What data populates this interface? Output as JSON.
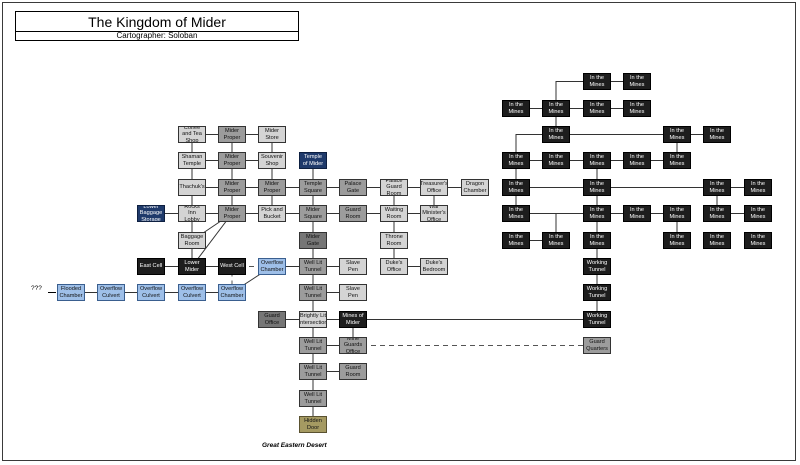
{
  "title": "The Kingdom of Mider",
  "subtitle": "Cartographer: Soloban",
  "unknown_marker": "???",
  "exit_label": "Great Eastern Desert",
  "nodes": [
    {
      "id": "coffee-tea",
      "label": "Coffee and Tea Shop",
      "style": "lg"
    },
    {
      "id": "mider-proper-1",
      "label": "Mider Proper",
      "style": "mg"
    },
    {
      "id": "mider-store",
      "label": "Mider Store",
      "style": "lg"
    },
    {
      "id": "shaman-temple",
      "label": "Shaman Temple",
      "style": "lg"
    },
    {
      "id": "mider-proper-2",
      "label": "Mider Proper",
      "style": "mg"
    },
    {
      "id": "souvenir-shop",
      "label": "Souvenir Shop",
      "style": "lg"
    },
    {
      "id": "temple-of-mider",
      "label": "Temple of Mider",
      "style": "nv"
    },
    {
      "id": "thachuks",
      "label": "Thachuk's",
      "style": "lg"
    },
    {
      "id": "mider-proper-3",
      "label": "Mider Proper",
      "style": "mg"
    },
    {
      "id": "mider-proper-4",
      "label": "Mider Proper",
      "style": "mg"
    },
    {
      "id": "temple-square",
      "label": "Temple Square",
      "style": "mg"
    },
    {
      "id": "palace-gate",
      "label": "Palace Gate",
      "style": "mg"
    },
    {
      "id": "palace-guard-room",
      "label": "Palace Guard Room",
      "style": "lg"
    },
    {
      "id": "treasurers-office",
      "label": "Treasurer's Office",
      "style": "lg"
    },
    {
      "id": "dragon-chamber",
      "label": "Dragon Chamber",
      "style": "lg"
    },
    {
      "id": "lower-baggage",
      "label": "Lower Baggage Storage",
      "style": "nv"
    },
    {
      "id": "rocks-inn",
      "label": "Rocks Inn Lobby",
      "style": "lg"
    },
    {
      "id": "mider-proper-5",
      "label": "Mider Proper",
      "style": "mg"
    },
    {
      "id": "pick-and-bucket",
      "label": "Pick and Bucket",
      "style": "lg"
    },
    {
      "id": "mider-square",
      "label": "Mider Square",
      "style": "mg"
    },
    {
      "id": "guard-room-1",
      "label": "Guard Room",
      "style": "mg"
    },
    {
      "id": "waiting-room",
      "label": "Waiting Room",
      "style": "lg"
    },
    {
      "id": "war-ministers",
      "label": "War Minister's Office",
      "style": "lg"
    },
    {
      "id": "baggage-room",
      "label": "Baggage Room",
      "style": "lg"
    },
    {
      "id": "mider-gate",
      "label": "Mider Gate",
      "style": "dg"
    },
    {
      "id": "throne-room",
      "label": "Throne Room",
      "style": "lg"
    },
    {
      "id": "east-cell",
      "label": "East Cell",
      "style": "bk"
    },
    {
      "id": "lower-mider",
      "label": "Lower Mider",
      "style": "bk"
    },
    {
      "id": "west-cell",
      "label": "West Cell",
      "style": "bk"
    },
    {
      "id": "overflow-chamber-1",
      "label": "Overflow Chamber",
      "style": "bl"
    },
    {
      "id": "well-lit-1",
      "label": "Well Lit Tunnel",
      "style": "mg"
    },
    {
      "id": "slave-pen-1",
      "label": "Slave Pen",
      "style": "lg"
    },
    {
      "id": "dukes-office",
      "label": "Duke's Office",
      "style": "lg"
    },
    {
      "id": "dukes-bedroom",
      "label": "Duke's Bedroom",
      "style": "lg"
    },
    {
      "id": "flooded-chamber",
      "label": "Flooded Chamber",
      "style": "bl"
    },
    {
      "id": "overflow-culvert-1",
      "label": "Overflow Culvert",
      "style": "bl"
    },
    {
      "id": "overflow-culvert-2",
      "label": "Overflow Culvert",
      "style": "bl"
    },
    {
      "id": "overflow-culvert-3",
      "label": "Overflow Culvert",
      "style": "bl"
    },
    {
      "id": "overflow-chamber-2",
      "label": "Overflow Chamber",
      "style": "bl"
    },
    {
      "id": "well-lit-2",
      "label": "Well Lit Tunnel",
      "style": "mg"
    },
    {
      "id": "slave-pen-2",
      "label": "Slave Pen",
      "style": "lg"
    },
    {
      "id": "guard-office",
      "label": "Guard Office",
      "style": "dg"
    },
    {
      "id": "brightly-lit",
      "label": "Brightly Lit Intersection",
      "style": "lg"
    },
    {
      "id": "mines-of-mider",
      "label": "Mines of Mider",
      "style": "bk"
    },
    {
      "id": "well-lit-3",
      "label": "Well Lit Tunnel",
      "style": "mg"
    },
    {
      "id": "mine-guards-office",
      "label": "Mine Guards Office",
      "style": "mg"
    },
    {
      "id": "guard-quarters",
      "label": "Guard Quarters",
      "style": "mg"
    },
    {
      "id": "well-lit-4",
      "label": "Well Lit Tunnel",
      "style": "mg"
    },
    {
      "id": "guard-room-2",
      "label": "Guard Room",
      "style": "mg"
    },
    {
      "id": "well-lit-5",
      "label": "Well Lit Tunnel",
      "style": "mg"
    },
    {
      "id": "hidden-door",
      "label": "Hidden Door",
      "style": "ol"
    },
    {
      "id": "working-tunnel-1",
      "label": "Working Tunnel",
      "style": "bk"
    },
    {
      "id": "working-tunnel-2",
      "label": "Working Tunnel",
      "style": "bk"
    },
    {
      "id": "working-tunnel-3",
      "label": "Working Tunnel",
      "style": "bk"
    },
    {
      "id": "mines-1",
      "label": "In the Mines",
      "style": "bk"
    },
    {
      "id": "mines-2",
      "label": "In the Mines",
      "style": "bk"
    },
    {
      "id": "mines-3",
      "label": "In the Mines",
      "style": "bk"
    },
    {
      "id": "mines-4",
      "label": "In the Mines",
      "style": "bk"
    },
    {
      "id": "mines-5",
      "label": "In the Mines",
      "style": "bk"
    },
    {
      "id": "mines-6",
      "label": "In the Mines",
      "style": "bk"
    },
    {
      "id": "mines-7",
      "label": "In the Mines",
      "style": "bk"
    },
    {
      "id": "mines-8",
      "label": "In the Mines",
      "style": "bk"
    },
    {
      "id": "mines-9",
      "label": "In the Mines",
      "style": "bk"
    },
    {
      "id": "mines-10",
      "label": "In the Mines",
      "style": "bk"
    },
    {
      "id": "mines-11",
      "label": "In the Mines",
      "style": "bk"
    },
    {
      "id": "mines-12",
      "label": "In the Mines",
      "style": "bk"
    },
    {
      "id": "mines-13",
      "label": "In the Mines",
      "style": "bk"
    },
    {
      "id": "mines-14",
      "label": "In the Mines",
      "style": "bk"
    },
    {
      "id": "mines-15",
      "label": "In the Mines",
      "style": "bk"
    },
    {
      "id": "mines-16",
      "label": "In the Mines",
      "style": "bk"
    },
    {
      "id": "mines-17",
      "label": "In the Mines",
      "style": "bk"
    },
    {
      "id": "mines-18",
      "label": "In the Mines",
      "style": "bk"
    },
    {
      "id": "mines-19",
      "label": "In the Mines",
      "style": "bk"
    },
    {
      "id": "mines-20",
      "label": "In the Mines",
      "style": "bk"
    },
    {
      "id": "mines-21",
      "label": "In the Mines",
      "style": "bk"
    },
    {
      "id": "mines-22",
      "label": "In the Mines",
      "style": "bk"
    },
    {
      "id": "mines-23",
      "label": "In the Mines",
      "style": "bk"
    },
    {
      "id": "mines-24",
      "label": "In the Mines",
      "style": "bk"
    },
    {
      "id": "mines-25",
      "label": "In the Mines",
      "style": "bk"
    },
    {
      "id": "mines-26",
      "label": "In the Mines",
      "style": "bk"
    },
    {
      "id": "mines-27",
      "label": "In the Mines",
      "style": "bk"
    },
    {
      "id": "mines-28",
      "label": "In the Mines",
      "style": "bk"
    },
    {
      "id": "mines-29",
      "label": "In the Mines",
      "style": "bk"
    },
    {
      "id": "mines-30",
      "label": "In the Mines",
      "style": "bk"
    }
  ],
  "connections": [
    [
      "coffee-tea",
      "mider-proper-1"
    ],
    [
      "mider-proper-1",
      "mider-store"
    ],
    [
      "coffee-tea",
      "shaman-temple"
    ],
    [
      "mider-proper-1",
      "mider-proper-2"
    ],
    [
      "mider-store",
      "souvenir-shop"
    ],
    [
      "shaman-temple",
      "mider-proper-2"
    ],
    [
      "mider-proper-2",
      "souvenir-shop"
    ],
    [
      "shaman-temple",
      "thachuks"
    ],
    [
      "mider-proper-2",
      "mider-proper-3"
    ],
    [
      "souvenir-shop",
      "mider-proper-4"
    ],
    [
      "temple-of-mider",
      "temple-square"
    ],
    [
      "thachuks",
      "mider-proper-3"
    ],
    [
      "mider-proper-3",
      "mider-proper-4"
    ],
    [
      "mider-proper-4",
      "temple-square"
    ],
    [
      "temple-square",
      "palace-gate"
    ],
    [
      "palace-gate",
      "palace-guard-room"
    ],
    [
      "palace-guard-room",
      "treasurers-office"
    ],
    [
      "treasurers-office",
      "dragon-chamber"
    ],
    [
      "thachuks",
      "rocks-inn"
    ],
    [
      "mider-proper-3",
      "mider-proper-5"
    ],
    [
      "mider-proper-4",
      "pick-and-bucket"
    ],
    [
      "temple-square",
      "mider-square"
    ],
    [
      "palace-guard-room",
      "waiting-room"
    ],
    [
      "treasurers-office",
      "war-ministers"
    ],
    [
      "rocks-inn",
      "mider-proper-5"
    ],
    [
      "mider-proper-5",
      "pick-and-bucket"
    ],
    [
      "pick-and-bucket",
      "mider-square"
    ],
    [
      "mider-square",
      "guard-room-1"
    ],
    [
      "guard-room-1",
      "waiting-room"
    ],
    [
      "waiting-room",
      "war-ministers"
    ],
    [
      "lower-baggage",
      "baggage-room"
    ],
    [
      "rocks-inn",
      "baggage-room"
    ],
    [
      "mider-square",
      "mider-gate"
    ],
    [
      "waiting-room",
      "throne-room"
    ],
    [
      "mider-proper-5",
      "lower-mider"
    ],
    [
      "mider-gate",
      "well-lit-1"
    ],
    [
      "throne-room",
      "dukes-office"
    ],
    [
      "dukes-office",
      "dukes-bedroom"
    ],
    [
      "east-cell",
      "lower-mider"
    ],
    [
      "lower-mider",
      "west-cell"
    ],
    [
      "overflow-chamber-1",
      "well-lit-1"
    ],
    [
      "well-lit-1",
      "slave-pen-1"
    ],
    [
      "flooded-chamber",
      "overflow-culvert-1"
    ],
    [
      "overflow-culvert-1",
      "overflow-culvert-2"
    ],
    [
      "overflow-culvert-2",
      "overflow-culvert-3"
    ],
    [
      "overflow-culvert-3",
      "overflow-chamber-2"
    ],
    [
      "well-lit-1",
      "well-lit-2"
    ],
    [
      "well-lit-2",
      "slave-pen-2"
    ],
    [
      "well-lit-2",
      "brightly-lit"
    ],
    [
      "guard-office",
      "brightly-lit"
    ],
    [
      "brightly-lit",
      "mines-of-mider"
    ],
    [
      "mines-of-mider",
      "working-tunnel-3"
    ],
    [
      "brightly-lit",
      "well-lit-3"
    ],
    [
      "well-lit-3",
      "mine-guards-office"
    ],
    [
      "mines-of-mider",
      "mine-guards-office"
    ],
    [
      "well-lit-3",
      "well-lit-4"
    ],
    [
      "well-lit-4",
      "guard-room-2"
    ],
    [
      "well-lit-4",
      "well-lit-5"
    ],
    [
      "well-lit-5",
      "hidden-door"
    ],
    [
      "working-tunnel-3",
      "working-tunnel-2"
    ],
    [
      "working-tunnel-2",
      "working-tunnel-1"
    ],
    [
      "working-tunnel-1",
      "mines-27"
    ],
    [
      "mines-1",
      "mines-2"
    ],
    [
      "mines-1",
      "mines-4"
    ],
    [
      "mines-3",
      "mines-5"
    ],
    [
      "mines-5",
      "mines-4"
    ],
    [
      "mines-4",
      "mines-6"
    ],
    [
      "mines-5",
      "mines-7"
    ],
    [
      "mines-7",
      "mines-8"
    ],
    [
      "mines-8",
      "mines-9"
    ],
    [
      "mines-9",
      "mines-10"
    ],
    [
      "mines-10",
      "mines-11"
    ],
    [
      "mines-11",
      "mines-12"
    ],
    [
      "mines-8",
      "mines-4"
    ],
    [
      "mines-12",
      "mines-13"
    ],
    [
      "mines-8",
      "mines-14"
    ],
    [
      "mines-14",
      "mines-16"
    ],
    [
      "mines-10",
      "mines-15"
    ],
    [
      "mines-15",
      "mines-18"
    ],
    [
      "mines-16",
      "mines-17"
    ],
    [
      "mines-15",
      "mines-19"
    ],
    [
      "mines-18",
      "mines-19"
    ],
    [
      "mines-19",
      "mines-20"
    ],
    [
      "mines-20",
      "mines-21"
    ],
    [
      "mines-21",
      "mines-22"
    ],
    [
      "mines-16",
      "mines-23"
    ],
    [
      "mines-23",
      "mines-24"
    ],
    [
      "mines-18",
      "mines-27"
    ],
    [
      "mines-20",
      "mines-22"
    ],
    [
      "mines-22",
      "mines-26"
    ],
    [
      "mines-26",
      "mines-25"
    ],
    [
      "mines-21",
      "mines-28"
    ]
  ],
  "dashed_connections": [
    [
      "mine-guards-office",
      "guard-quarters"
    ],
    [
      "overflow-chamber-1",
      "overflow-chamber-2"
    ]
  ]
}
